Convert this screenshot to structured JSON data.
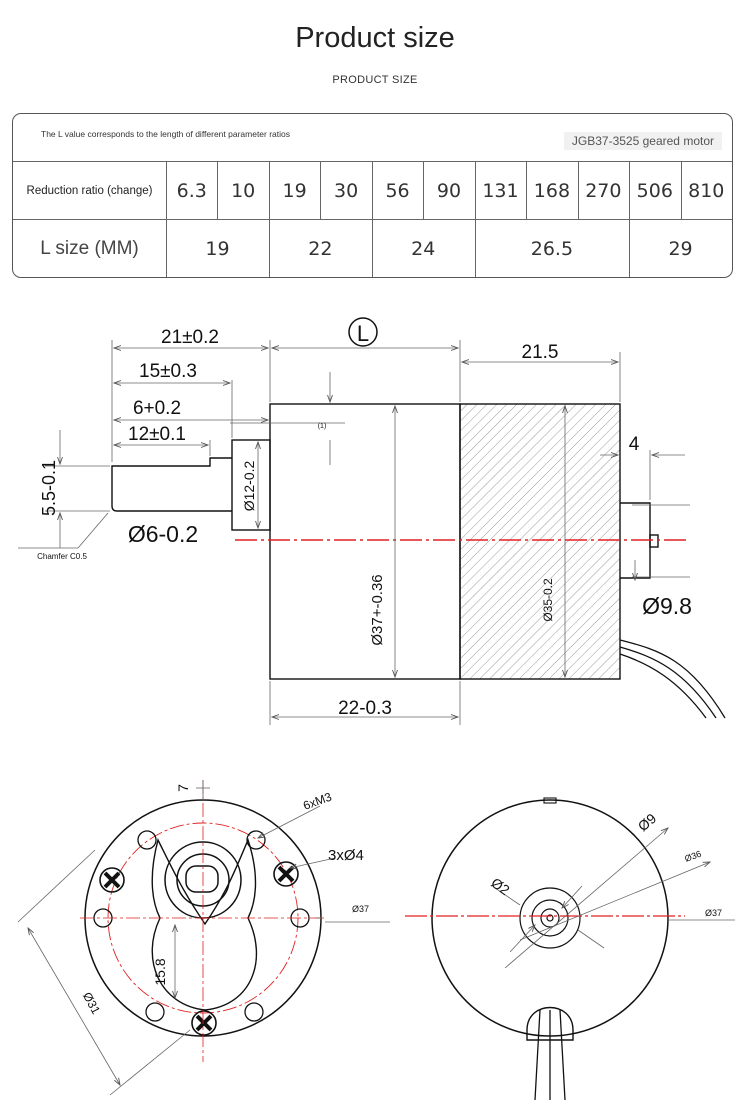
{
  "header": {
    "title": "Product size",
    "subtitle": "PRODUCT SIZE"
  },
  "table": {
    "note": "The L value corresponds to the length of different parameter ratios",
    "model": "JGB37-3525 geared motor",
    "ratio_label": "Reduction ratio (change)",
    "ratios": [
      "6.3",
      "10",
      "19",
      "30",
      "56",
      "90",
      "131",
      "168",
      "270",
      "506",
      "810"
    ],
    "l_label": "L size (MM)",
    "l_groups": [
      {
        "value": "19",
        "span": 2
      },
      {
        "value": "22",
        "span": 2
      },
      {
        "value": "24",
        "span": 2
      },
      {
        "value": "26.5",
        "span": 3
      },
      {
        "value": "29",
        "span": 2
      }
    ]
  },
  "side_view": {
    "l_marker": "L",
    "dim_21": "21±0.2",
    "dim_15": "15±0.3",
    "dim_6": "6+0.2",
    "dim_12": "12±0.1",
    "dim_55": "5.5-0.1",
    "dim_shaft_dia": "Ø6-0.2",
    "dim_boss_dia": "Ø12-0.2",
    "dim_gear_dia": "Ø37+-0.36",
    "dim_gear_len": "22-0.3",
    "dim_motor_len": "21.5",
    "dim_motor_dia": "Ø35-0.2",
    "dim_end": "4",
    "dim_end_dia": "Ø9.8",
    "chamfer": "Chamfer C0.5",
    "small_mark": "(1)"
  },
  "front_view": {
    "dim_7": "7",
    "dim_m3": "6xM3",
    "dim_holes": "3xØ4",
    "dim_37": "Ø37",
    "dim_158": "15.8",
    "dim_31": "Ø31"
  },
  "rear_view": {
    "dim_9": "Ø9",
    "dim_2": "Ø2",
    "dim_36": "Ø36",
    "dim_37": "Ø37"
  },
  "colors": {
    "centerline": "#e02020",
    "hatch": "#999999",
    "line": "#111111"
  }
}
